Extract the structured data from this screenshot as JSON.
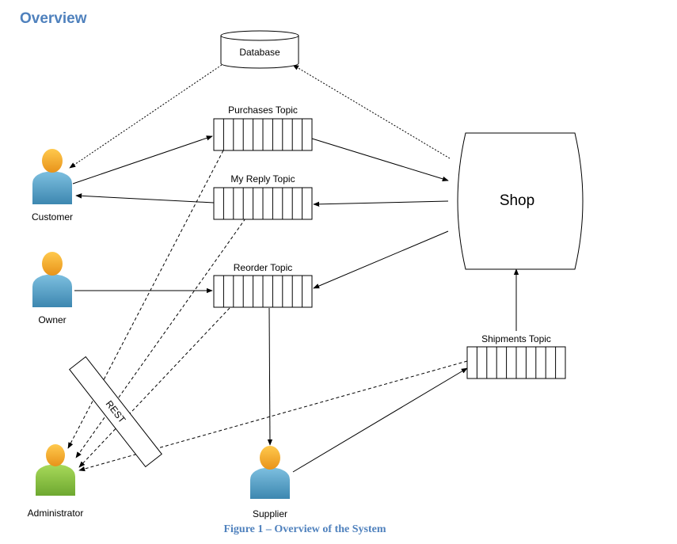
{
  "heading": "Overview",
  "caption": "Figure 1 – Overview of the System",
  "nodes": {
    "database": "Database",
    "shop": "Shop",
    "purchases_topic": "Purchases Topic",
    "reply_topic": "My Reply Topic",
    "reorder_topic": "Reorder Topic",
    "shipments_topic": "Shipments Topic",
    "rest": "REST"
  },
  "actors": {
    "customer": "Customer",
    "owner": "Owner",
    "administrator": "Administrator",
    "supplier": "Supplier"
  },
  "colors": {
    "heading": "#4F81BD",
    "caption": "#4F81BD",
    "person_head": "#F5A623",
    "person_body_blue": "#5BA3C8",
    "person_body_green": "#8CC63F"
  }
}
